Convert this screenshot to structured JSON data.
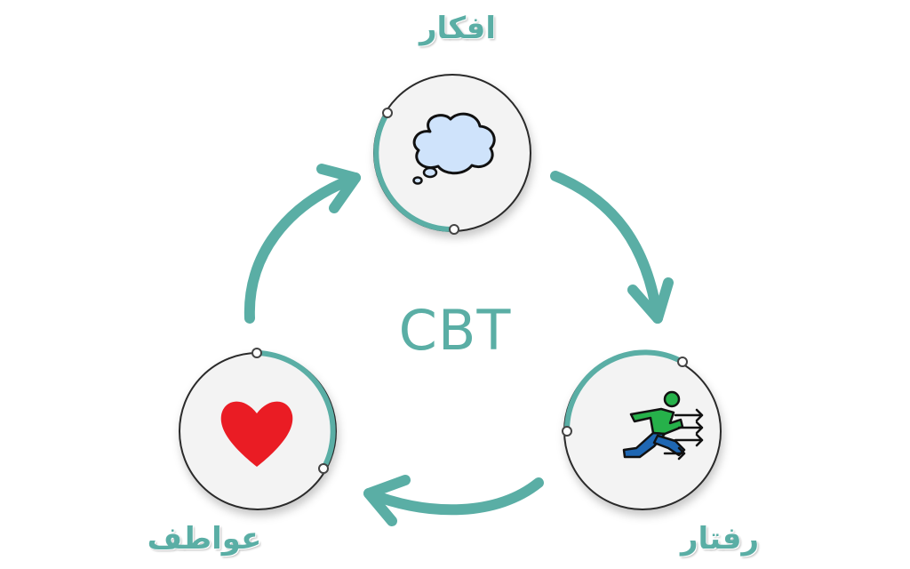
{
  "center_label": "CBT",
  "nodes": {
    "thoughts": {
      "label": "افکار",
      "icon": "thought-cloud-icon"
    },
    "behavior": {
      "label": "رفتار",
      "icon": "running-person-icon"
    },
    "emotions": {
      "label": "عواطف",
      "icon": "heart-icon"
    }
  },
  "colors": {
    "accent": "#5aaea5",
    "circle_fill": "#f3f3f3",
    "circle_border": "#2b2b2b",
    "cloud_fill": "#cfe3fb",
    "heart": "#ea1c24",
    "runner_shirt": "#26b14a",
    "runner_pants": "#1f67b3"
  }
}
